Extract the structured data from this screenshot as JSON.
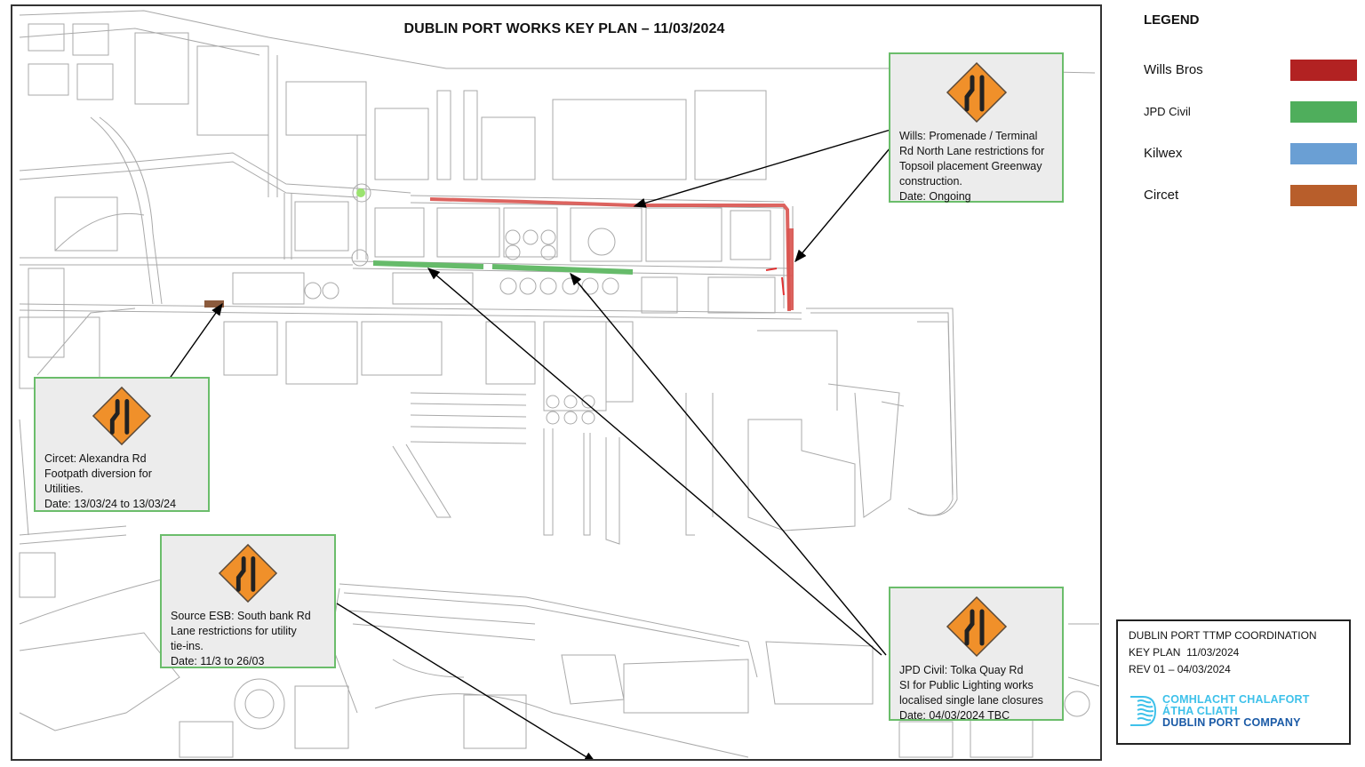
{
  "title": "DUBLIN PORT WORKS KEY PLAN – 11/03/2024",
  "legend": {
    "title": "LEGEND",
    "items": [
      {
        "label": "Wills Bros",
        "color": "#b22222"
      },
      {
        "label": "JPD Civil",
        "color": "#4fae5c"
      },
      {
        "label": "Kilwex",
        "color": "#6a9fd4"
      },
      {
        "label": "Circet",
        "color": "#b85e2b"
      }
    ]
  },
  "callouts": [
    {
      "id": "wills",
      "icon": "road-narrows-sign-icon",
      "lines": [
        "Wills: Promenade / Terminal",
        "Rd North Lane restrictions for",
        "Topsoil placement Greenway",
        "construction.",
        "Date: Ongoing"
      ]
    },
    {
      "id": "jpd",
      "icon": "road-narrows-sign-icon",
      "lines": [
        "JPD Civil: Tolka Quay Rd",
        "SI for Public Lighting works",
        "localised single lane closures",
        "Date: 04/03/2024 TBC"
      ]
    },
    {
      "id": "circet",
      "icon": "road-narrows-sign-icon",
      "lines": [
        "Circet: Alexandra Rd",
        "Footpath diversion for",
        "Utilities.",
        "Date: 13/03/24 to 13/03/24"
      ]
    },
    {
      "id": "esb",
      "icon": "road-narrows-sign-icon",
      "lines": [
        "Source ESB: South bank Rd",
        "Lane restrictions for utility",
        "tie-ins.",
        "Date: 11/3 to 26/03"
      ]
    }
  ],
  "info_box": {
    "line1": "DUBLIN PORT TTMP COORDINATION",
    "line2": "KEY PLAN  11/03/2024",
    "line3": "REV 01 – 04/03/2024"
  },
  "logo": {
    "line1": "COMHLACHT CHALAFORT",
    "line2": "ÁTHA CLIATH",
    "line3": "DUBLIN PORT COMPANY",
    "colors": {
      "light": "#3ec1ea",
      "dark": "#1a5aa6"
    }
  },
  "works_colors": {
    "wills": "#d9534f",
    "jpd": "#66bb6a",
    "circet": "#8b5a3c"
  }
}
